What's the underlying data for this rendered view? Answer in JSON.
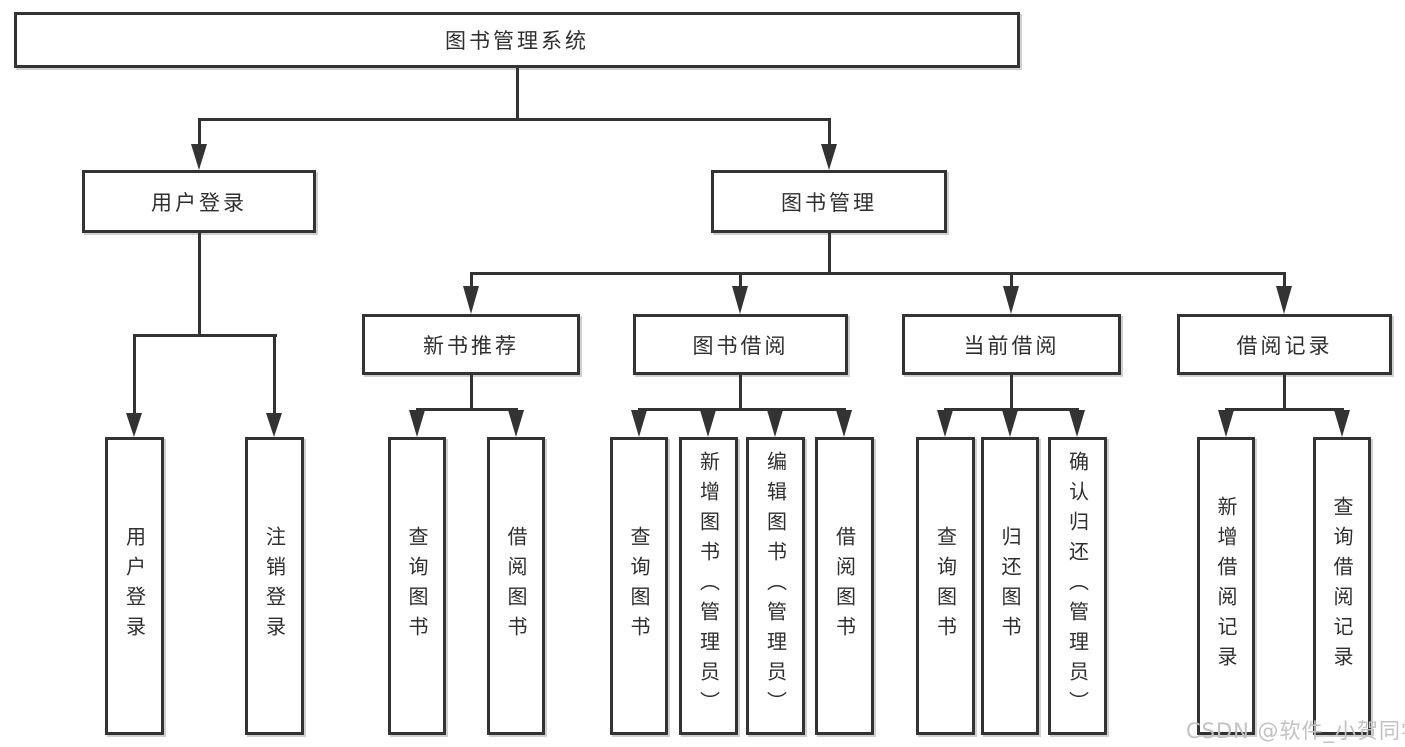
{
  "tree": {
    "label": "图书管理系统",
    "children": [
      {
        "label": "用户登录",
        "children": [
          {
            "label": "用户登录"
          },
          {
            "label": "注销登录"
          }
        ]
      },
      {
        "label": "图书管理",
        "children": [
          {
            "label": "新书推荐",
            "children": [
              {
                "label": "查询图书"
              },
              {
                "label": "借阅图书"
              }
            ]
          },
          {
            "label": "图书借阅",
            "children": [
              {
                "label": "查询图书"
              },
              {
                "label": "新增图书（管理员）"
              },
              {
                "label": "编辑图书（管理员）"
              },
              {
                "label": "借阅图书"
              }
            ]
          },
          {
            "label": "当前借阅",
            "children": [
              {
                "label": "查询图书"
              },
              {
                "label": "归还图书"
              },
              {
                "label": "确认归还（管理员）"
              }
            ]
          },
          {
            "label": "借阅记录",
            "children": [
              {
                "label": "新增借阅记录"
              },
              {
                "label": "查询借阅记录"
              }
            ]
          }
        ]
      }
    ]
  },
  "watermark": "CSDN @软件_小贺同学",
  "colors": {
    "line": "#333333",
    "text": "#2f2f2f",
    "box_background": "#ffffff",
    "page_background": "#ffffff",
    "watermark": "#c2c2c2"
  }
}
